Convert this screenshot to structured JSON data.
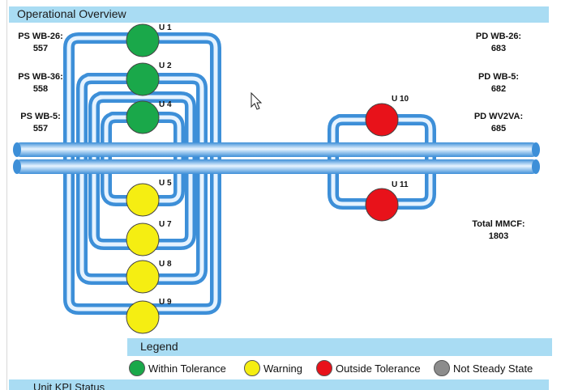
{
  "title": "Operational Overview",
  "left_stats": [
    {
      "label": "PS WB-26:",
      "value": "557"
    },
    {
      "label": "PS WB-36:",
      "value": "558"
    },
    {
      "label": "PS WB-5:",
      "value": "557"
    }
  ],
  "right_stats": [
    {
      "label": "PD WB-26:",
      "value": "683"
    },
    {
      "label": "PD WB-5:",
      "value": "682"
    },
    {
      "label": "PD WV2VA:",
      "value": "685"
    }
  ],
  "total": {
    "label": "Total MMCF:",
    "value": "1803"
  },
  "units": [
    {
      "name": "U 1",
      "status": "within"
    },
    {
      "name": "U 2",
      "status": "within"
    },
    {
      "name": "U 4",
      "status": "within"
    },
    {
      "name": "U 5",
      "status": "warning"
    },
    {
      "name": "U 7",
      "status": "warning"
    },
    {
      "name": "U 8",
      "status": "warning"
    },
    {
      "name": "U 9",
      "status": "warning"
    },
    {
      "name": "U 10",
      "status": "outside"
    },
    {
      "name": "U 11",
      "status": "outside"
    }
  ],
  "legend": {
    "title": "Legend",
    "items": [
      {
        "label": "Within Tolerance",
        "color": "#1aa84a"
      },
      {
        "label": "Warning",
        "color": "#f5ee12"
      },
      {
        "label": "Outside Tolerance",
        "color": "#e8121a"
      },
      {
        "label": "Not Steady State",
        "color": "#8c8c8c"
      }
    ]
  },
  "bottom_section": "Unit KPI Status",
  "colors": {
    "within": "#1aa84a",
    "warning": "#f5ee12",
    "outside": "#e8121a",
    "pipe": "#5aa9e6"
  }
}
